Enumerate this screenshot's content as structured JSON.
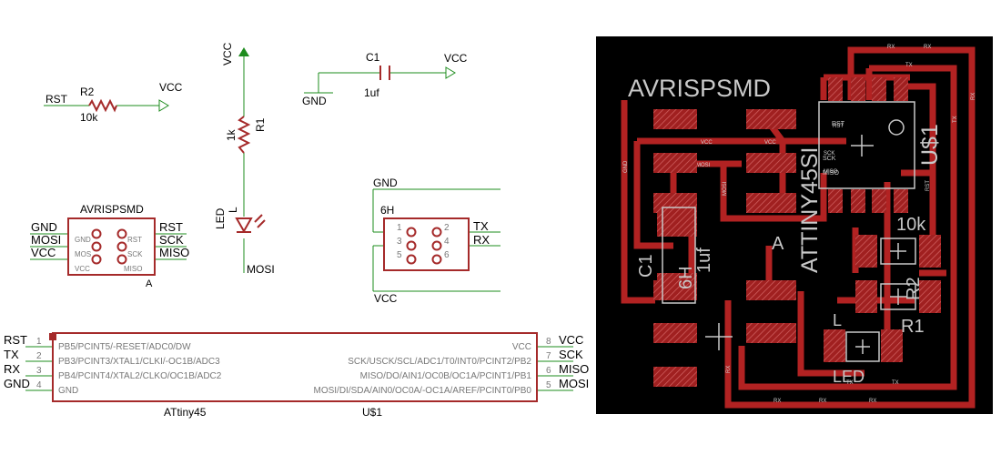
{
  "colors": {
    "wire": "#1e8c1e",
    "part": "#a52a2a",
    "label": "#000000",
    "pin_label": "#777777",
    "board_bg": "#000000",
    "trace": "#b22222",
    "silk": "#c8c8c8"
  },
  "schematic": {
    "r2": {
      "net_left": "RST",
      "name": "R2",
      "value": "10k",
      "net_right": "VCC"
    },
    "r1": {
      "net_top": "VCC",
      "value": "1k",
      "name": "R1"
    },
    "led": {
      "name": "LED",
      "value": "L",
      "net_bottom": "MOSI"
    },
    "c1": {
      "name": "C1",
      "value": "1uf",
      "net_left": "GND",
      "net_right": "VCC"
    },
    "avr": {
      "title": "AVRISPSMD",
      "ref": "A",
      "left_nets": [
        "GND",
        "MOSI",
        "VCC"
      ],
      "right_nets": [
        "RST",
        "SCK",
        "MISO"
      ],
      "left_pins": [
        "GND",
        "MOS",
        "VCC"
      ],
      "right_pins": [
        "RST",
        "SCK",
        "MISO"
      ]
    },
    "header": {
      "ref": "6H",
      "nets_top": [
        "GND"
      ],
      "nets_right": [
        "TX",
        "RX"
      ],
      "nets_bottom": [
        "VCC"
      ],
      "pin_numbers": [
        "1",
        "2",
        "3",
        "4",
        "5",
        "6"
      ]
    },
    "attiny": {
      "value": "ATtiny45",
      "name": "U$1",
      "left_nets": [
        "RST",
        "TX",
        "RX",
        "GND"
      ],
      "left_numbers": [
        "1",
        "2",
        "3",
        "4"
      ],
      "left_pins": [
        "PB5/PCINT5/-RESET/ADC0/DW",
        "PB3/PCINT3/XTAL1/CLKI/-OC1B/ADC3",
        "PB4/PCINT4/XTAL2/CLKO/OC1B/ADC2",
        "GND"
      ],
      "right_nets": [
        "VCC",
        "SCK",
        "MISO",
        "MOSI"
      ],
      "right_numbers": [
        "8",
        "7",
        "6",
        "5"
      ],
      "right_pins": [
        "VCC",
        "SCK/USCK/SCL/ADC1/T0/INT0/PCINT2/PB2",
        "MISO/DO/AIN1/OC0B/OC1A/PCINT1/PB1",
        "MOSI/DI/SDA/AIN0/OC0A/-OC1A/AREF/PCINT0/PB0"
      ]
    }
  },
  "board": {
    "avr_title": "AVRISPSMD",
    "avr_ref": "A",
    "u1_name": "U$1",
    "u1_value": "ATTINY45SI",
    "ic_pads_top": [
      "RST"
    ],
    "ic_pads_side": [
      "SCK",
      "MISO"
    ],
    "r1_value": "10k",
    "r2_name": "R2",
    "r1_name": "R1",
    "led_value": "L",
    "led_name": "LED",
    "c1_name": "C1",
    "c1_value": "1uf",
    "hdr_name": "6H",
    "trace_labels": [
      "RX",
      "TX",
      "VCC",
      "MOSI",
      "GND",
      "RST",
      "SCK",
      "MISO"
    ]
  }
}
